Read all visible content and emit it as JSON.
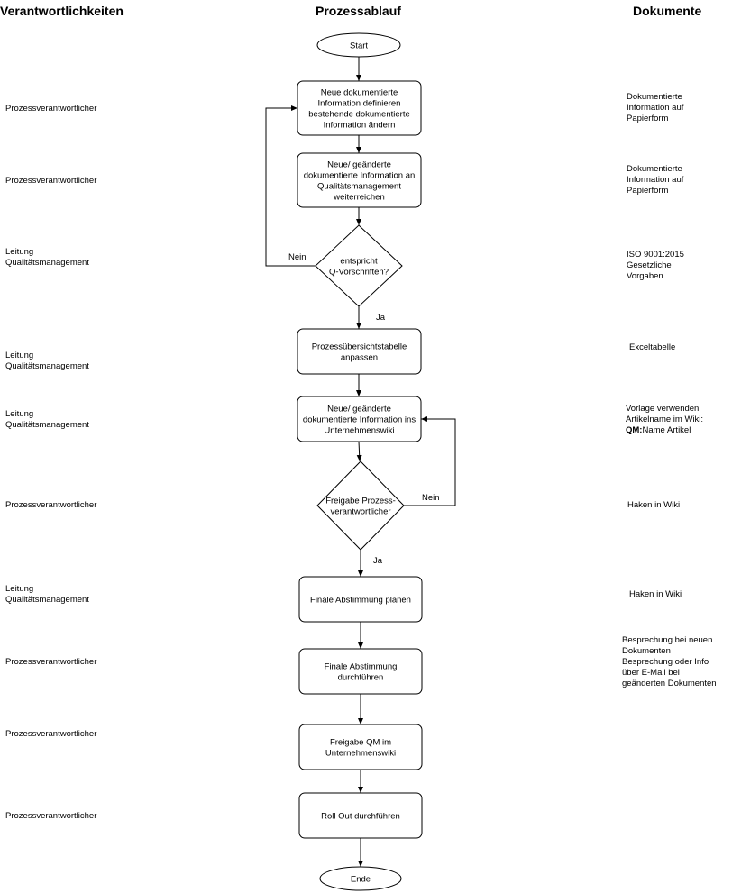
{
  "headers": {
    "responsibilities": "Verantwortlichkeiten",
    "process": "Prozessablauf",
    "documents": "Dokumente"
  },
  "responsibilities": [
    [
      "Prozessverantwortlicher"
    ],
    [
      "Prozessverantwortlicher"
    ],
    [
      "Leitung",
      "Qualitätsmanagement"
    ],
    [
      "Leitung",
      "Qualitätsmanagement"
    ],
    [
      "Leitung",
      "Qualitätsmanagement"
    ],
    [
      "Prozessverantwortlicher"
    ],
    [
      "Leitung",
      "Qualitätsmanagement"
    ],
    [
      "Prozessverantwortlicher"
    ],
    [
      "Prozessverantwortlicher"
    ],
    [
      "Prozessverantwortlicher"
    ]
  ],
  "documents": [
    [
      "Dokumentierte",
      "Information auf",
      "Papierform"
    ],
    [
      "Dokumentierte",
      "Information auf",
      "Papierform"
    ],
    [
      "ISO 9001:2015",
      "Gesetzliche",
      "Vorgaben"
    ],
    [
      "Exceltabelle"
    ],
    [
      "Vorlage verwenden",
      "Artikelname im Wiki:",
      "QM:Name Artikel"
    ],
    [
      "Haken in Wiki"
    ],
    [
      "Haken in Wiki"
    ],
    [
      "Besprechung bei neuen",
      "Dokumenten",
      "Besprechung oder Info",
      "über E-Mail bei",
      "geänderten Dokumenten"
    ]
  ],
  "flow": {
    "start": [
      "Start"
    ],
    "step1": [
      "Neue dokumentierte",
      "Information definieren",
      "bestehende dokumentierte",
      "Information ändern"
    ],
    "step2": [
      "Neue/ geänderte",
      "dokumentierte Information an",
      "Qualitätsmanagement",
      "weiterreichen"
    ],
    "decision1": [
      "entspricht",
      "Q-Vorschriften?"
    ],
    "step3": [
      "Prozessübersichtstabelle",
      "anpassen"
    ],
    "step4": [
      "Neue/ geänderte",
      "dokumentierte Information ins",
      "Unternehmenswiki"
    ],
    "decision2": [
      "Freigabe Prozess-",
      "verantwortlicher"
    ],
    "step5": [
      "Finale Abstimmung planen"
    ],
    "step6": [
      "Finale Abstimmung",
      "durchführen"
    ],
    "step7": [
      "Freigabe QM im",
      "Unternehmenswiki"
    ],
    "step8": [
      "Roll Out durchführen"
    ],
    "end": [
      "Ende"
    ]
  },
  "edge_labels": {
    "no1": "Nein",
    "yes1": "Ja",
    "no2": "Nein",
    "yes2": "Ja"
  }
}
